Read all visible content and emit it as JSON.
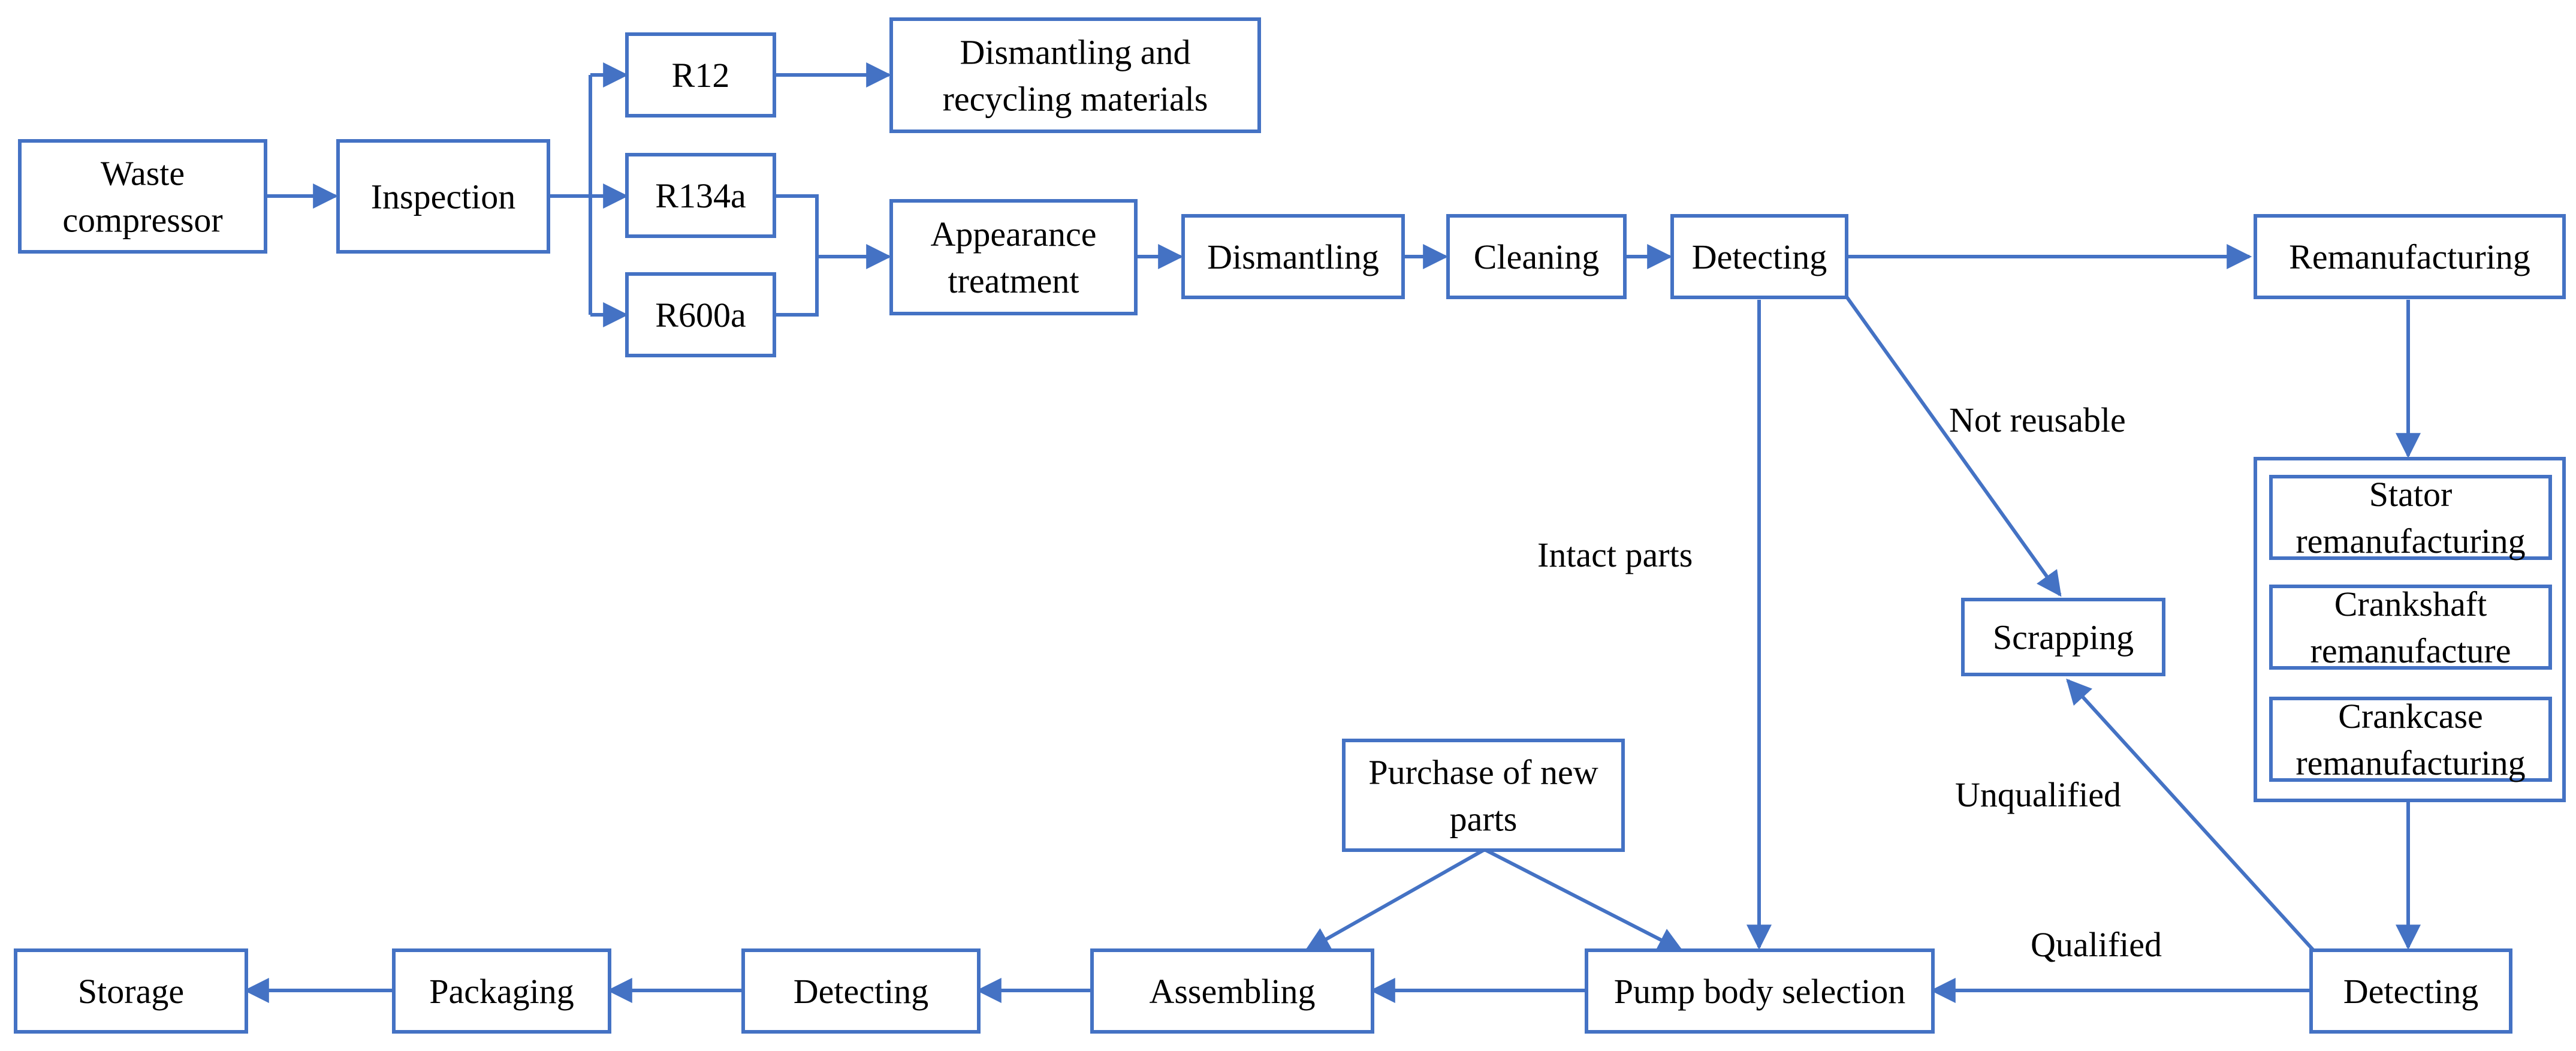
{
  "colors": {
    "line": "#4472c4",
    "text": "#000000",
    "background": "#ffffff"
  },
  "nodes": {
    "waste_compressor": [
      "Waste",
      "compressor"
    ],
    "inspection": [
      "Inspection"
    ],
    "r12": [
      "R12"
    ],
    "r134a": [
      "R134a"
    ],
    "r600a": [
      "R600a"
    ],
    "dismantling_recycling": [
      "Dismantling and",
      "recycling materials"
    ],
    "appearance_treatment": [
      "Appearance",
      "treatment"
    ],
    "dismantling": [
      "Dismantling"
    ],
    "cleaning": [
      "Cleaning"
    ],
    "detecting_top": [
      "Detecting"
    ],
    "remanufacturing": [
      "Remanufacturing"
    ],
    "stator": [
      "Stator",
      "remanufacturing"
    ],
    "crankshaft": [
      "Crankshaft",
      "remanufacture"
    ],
    "crankcase": [
      "Crankcase",
      "remanufacturing"
    ],
    "scrapping": [
      "Scrapping"
    ],
    "purchase_new_parts": [
      "Purchase of new",
      "parts"
    ],
    "storage": [
      "Storage"
    ],
    "packaging": [
      "Packaging"
    ],
    "detecting_bottom_left": [
      "Detecting"
    ],
    "assembling": [
      "Assembling"
    ],
    "pump_body_selection": [
      "Pump body selection"
    ],
    "detecting_bottom_right": [
      "Detecting"
    ]
  },
  "edge_labels": {
    "intact_parts": "Intact parts",
    "not_reusable": "Not reusable",
    "unqualified": "Unqualified",
    "qualified": "Qualified"
  }
}
